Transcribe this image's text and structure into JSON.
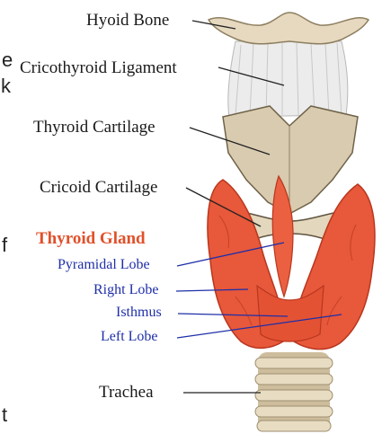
{
  "labels": {
    "hyoid_bone": "Hyoid Bone",
    "cricothyroid_ligament": "Cricothyroid Ligament",
    "thyroid_cartilage": "Thyroid Cartilage",
    "cricoid_cartilage": "Cricoid Cartilage",
    "thyroid_gland": "Thyroid Gland",
    "pyramidal_lobe": "Pyramidal Lobe",
    "right_lobe": "Right Lobe",
    "isthmus": "Isthmus",
    "left_lobe": "Left Lobe",
    "trachea": "Trachea"
  },
  "edge_fragments": {
    "e": "e",
    "k": "k",
    "f": "f",
    "t": "t"
  },
  "colors": {
    "label_black": "#1a1a1a",
    "label_blue": "#1f2fa8",
    "thyroid_gland_red": "#e0502a",
    "gland_tissue": "#e8583a",
    "cartilage": "#d8cbb0",
    "bone": "#e6d9bf"
  }
}
